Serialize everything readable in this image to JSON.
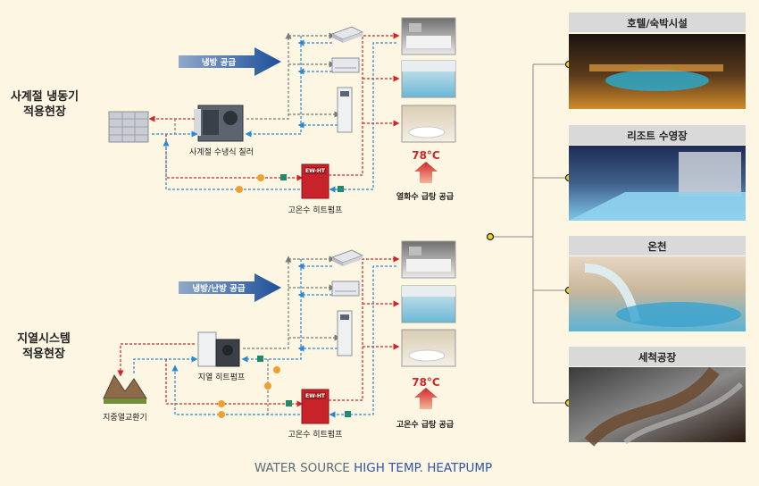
{
  "top_site": {
    "label_line1": "사계절 냉동기",
    "label_line2": "적용현장",
    "cooling_arrow": "냉방 공급",
    "chiller_caption": "사계절 수냉식 칠러",
    "heatpump_caption": "고온수 히트펌프",
    "ewht_label": "EW-HT",
    "temperature": "78°C",
    "supply_caption": "열화수 급탕 공급"
  },
  "bottom_site": {
    "label_line1": "지열시스템",
    "label_line2": "적용현장",
    "cooling_arrow": "냉방/난방 공급",
    "geo_caption": "지열 히트펌프",
    "exchanger_caption": "지중열교환기",
    "heatpump_caption": "고온수 히트펌프",
    "ewht_label": "EW-HT",
    "temperature": "78°C",
    "supply_caption": "고온수 급탕 공급"
  },
  "applications": [
    {
      "title": "호텔/숙박시설",
      "icon": "hotel-night-photo"
    },
    {
      "title": "리조트 수영장",
      "icon": "resort-pool-photo"
    },
    {
      "title": "온천",
      "icon": "hot-spring-photo"
    },
    {
      "title": "세척공장",
      "icon": "washing-factory-photo"
    }
  ],
  "footer": {
    "part1": "WATER SOURCE ",
    "part2": "HIGH TEMP. HEATPUMP"
  },
  "colors": {
    "background": "#fdf6e3",
    "hot_line": "#d0262a",
    "cold_line": "#2a88d8",
    "neutral_line": "#7a7a7a",
    "arrow_blue": "#1d4f9b",
    "heatpump_red": "#c8232a",
    "footer_blue": "#2f55a8"
  }
}
